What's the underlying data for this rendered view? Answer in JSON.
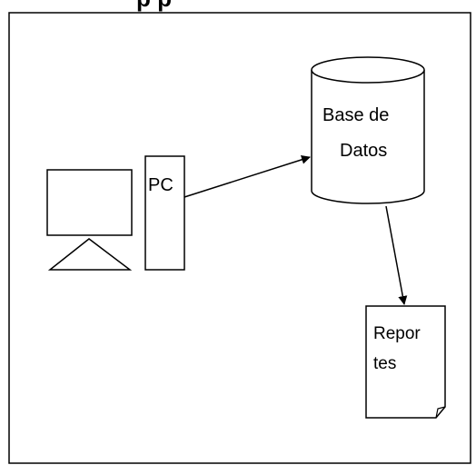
{
  "header": {
    "partial_text": "p    p"
  },
  "nodes": {
    "monitor": {
      "icon": "monitor-icon"
    },
    "pc_tower": {
      "label": "PC",
      "icon": "pc-tower-icon"
    },
    "database": {
      "line1": "Base de",
      "line2": "Datos",
      "icon": "database-cylinder-icon"
    },
    "reports": {
      "line1": "Repor",
      "line2": "tes",
      "icon": "document-icon"
    }
  },
  "edges": [
    {
      "from": "pc_tower",
      "to": "database"
    },
    {
      "from": "database",
      "to": "reports"
    }
  ],
  "colors": {
    "stroke": "#000000",
    "fill": "#ffffff"
  }
}
